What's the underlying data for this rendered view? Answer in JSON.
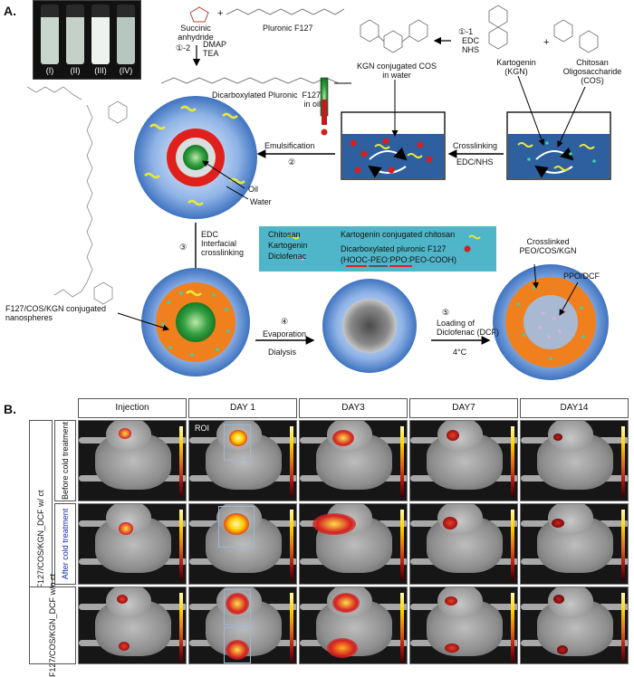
{
  "panel_a": {
    "letter": "A.",
    "vials": [
      "(I)",
      "(II)",
      "(III)",
      "(IV)"
    ],
    "succinic_anhydride": "Succinic\nanhydride",
    "plus1": "+",
    "pluronic": "Pluronic  F127",
    "step_1_2": "①-2",
    "dmap_tea": "DMAP\nTEA",
    "dicarboxylated": "Dicarboxylated Pluronic  F127\nin oil",
    "kgn_cos": "KGN conjugated COS\nin water",
    "step_1_1": "①-1",
    "edc_nhs_top": "EDC\nNHS",
    "kartogenin": "Kartogenin\n(KGN)",
    "plus2": "+",
    "chitosan_oligo": "Chitosan\nOligosaccharide\n(COS)",
    "emulsification": "Emulsification",
    "step_2": "②",
    "crosslinking": "Crosslinking",
    "edc_nhs_mid": "EDC/NHS",
    "oil": "Oil",
    "water": "Water",
    "step_3": "③",
    "edc_interfacial": "EDC\nInterfacial\ncrosslinking",
    "legend": {
      "chitosan": "Chitosan",
      "kartogenin": "Kartogenin",
      "diclofenac": "Diclofenac",
      "kgn_chitosan": "Kartogenin conjugated chitosan",
      "dicarb_pluronic": "Dicarboxylated pluronic F127",
      "formula": "(HOOC-PEO:PPO:PEO-COOH)"
    },
    "crosslinked_label": "Crosslinked\nPEO/COS/KGN",
    "ppo_dcf": "PPO/DCF",
    "nanospheres": "F127/COS/KGN conjugated\nnanospheres",
    "step_4": "④",
    "evaporation": "Evaporation",
    "dialysis": "Dialysis",
    "step_5": "⑤",
    "loading": "Loading of\nDiclofenac (DCF)",
    "temp": "4°C"
  },
  "panel_b": {
    "letter": "B.",
    "columns": [
      "Injection",
      "DAY 1",
      "DAY3",
      "DAY7",
      "DAY14"
    ],
    "group1_label": "F127/COS/KGN_DCF w/ ct",
    "before_cold": "Before cold treatment",
    "after_cold": "After cold treatment",
    "group2_label": "F127/COS/KGN_DCF w/o ct",
    "roi": "ROI"
  },
  "colors": {
    "water_blue": "#2e5f9e",
    "sphere_orange": "#f07f1d",
    "core_green": "#2f9a3a",
    "legend_bg": "#4fb6c9",
    "red_ring": "#e0201c"
  }
}
